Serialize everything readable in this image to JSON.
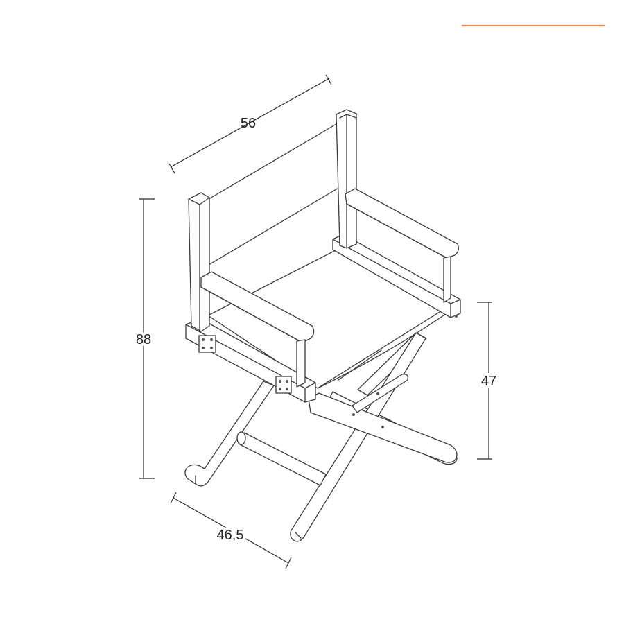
{
  "accent_color": "#e8875a",
  "dimensions": {
    "width": "56",
    "height": "88",
    "seat_height": "47",
    "depth": "46,5"
  }
}
